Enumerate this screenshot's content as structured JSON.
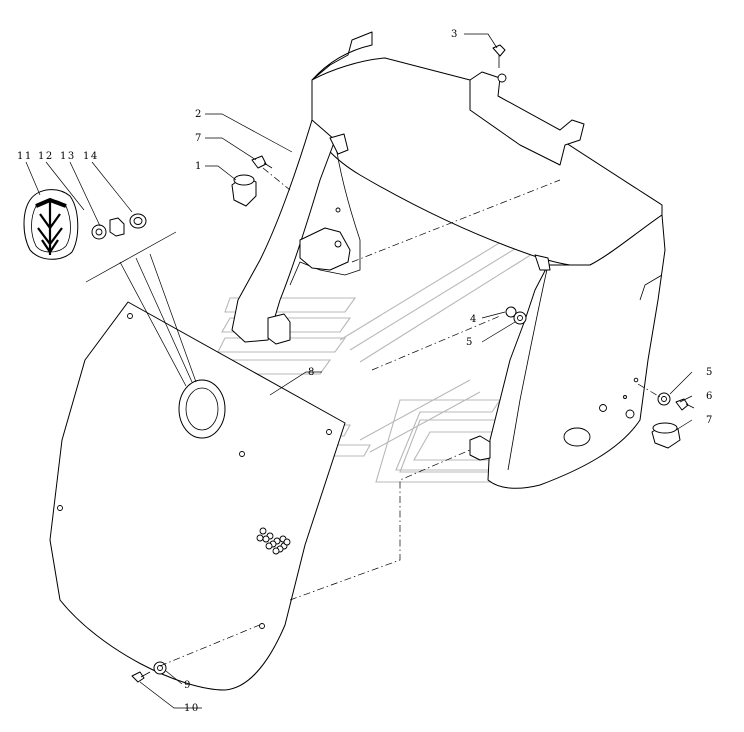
{
  "callouts": [
    {
      "id": "c3",
      "text": "3"
    },
    {
      "id": "c2",
      "text": "2"
    },
    {
      "id": "c7a",
      "text": "7"
    },
    {
      "id": "c1",
      "text": "1"
    },
    {
      "id": "c11",
      "text": "11"
    },
    {
      "id": "c12",
      "text": "12"
    },
    {
      "id": "c13",
      "text": "13"
    },
    {
      "id": "c14",
      "text": "14"
    },
    {
      "id": "c4",
      "text": "4"
    },
    {
      "id": "c5a",
      "text": "5"
    },
    {
      "id": "c8",
      "text": "8"
    },
    {
      "id": "c5b",
      "text": "5"
    },
    {
      "id": "c6",
      "text": "6"
    },
    {
      "id": "c7b",
      "text": "7"
    },
    {
      "id": "c9",
      "text": "9"
    },
    {
      "id": "c10",
      "text": "10"
    }
  ]
}
